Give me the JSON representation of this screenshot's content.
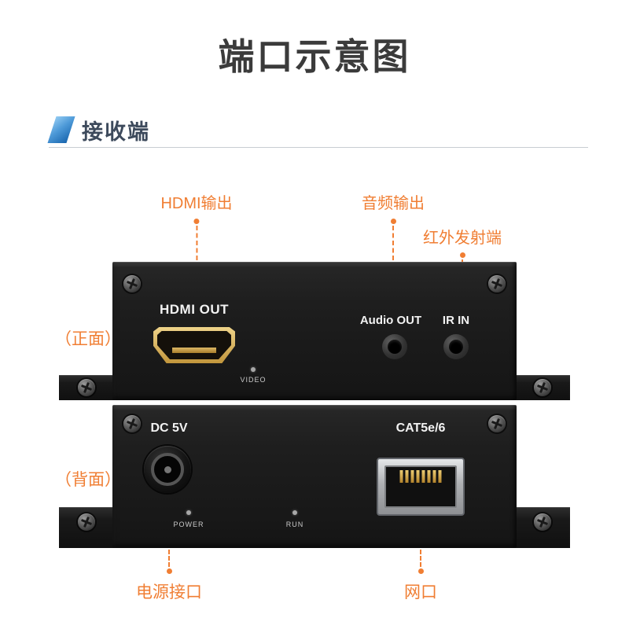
{
  "title": "端口示意图",
  "section": {
    "label": "接收端"
  },
  "callouts": {
    "hdmi_output": "HDMI输出",
    "audio_output": "音频输出",
    "ir_emitter": "红外发射端",
    "front_side": "（正面）",
    "back_side": "（背面）",
    "power_port": "电源接口",
    "network_port": "网口"
  },
  "front_panel": {
    "hdmi_port_label": "HDMI OUT",
    "video_led_label": "VIDEO",
    "audio_port_label": "Audio OUT",
    "ir_port_label": "IR IN"
  },
  "back_panel": {
    "dc_port_label": "DC 5V",
    "power_led_label": "POWER",
    "run_led_label": "RUN",
    "lan_port_label": "CAT5e/6"
  },
  "colors": {
    "accent_orange": "#f07e33",
    "accent_blue": "#1e6cb5",
    "title_text": "#3b3b3b",
    "section_text": "#3d4a5c",
    "device_body": "#1d1d1d",
    "hdmi_gold": "#d2a64f",
    "rj45_silver": "#b9bbbe"
  }
}
